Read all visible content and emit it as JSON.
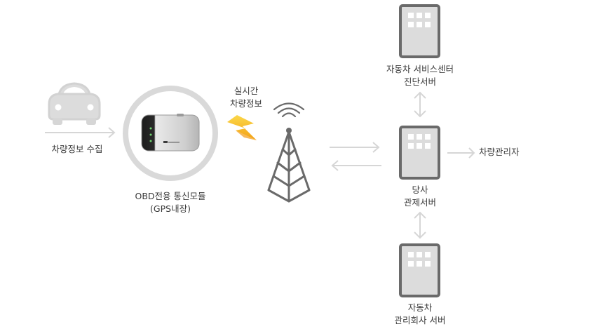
{
  "labels": {
    "vehicle_collect": "차량정보 수집",
    "obd_module_line1": "OBD전용 통신모듈",
    "obd_module_line2": "(GPS내장)",
    "realtime_line1": "실시간",
    "realtime_line2": "차량정보",
    "service_center_line1": "자동차 서비스센터",
    "service_center_line2": "진단서버",
    "company_server_line1": "당사",
    "company_server_line2": "관제서버",
    "vehicle_mgmt": "차량관리자",
    "mgmt_company_line1": "자동차",
    "mgmt_company_line2": "관리회사 서버"
  },
  "icons": {
    "car": "car-icon",
    "device": "obd-device-icon",
    "lightning": "lightning-icon",
    "tower": "antenna-tower-icon",
    "server": "server-building-icon"
  },
  "colors": {
    "icon_gray": "#d9d9d9",
    "icon_dark": "#6a6a6a",
    "lightning_yellow": "#f7c21a",
    "lightning_orange": "#f39a12",
    "text": "#3a3a3a"
  }
}
